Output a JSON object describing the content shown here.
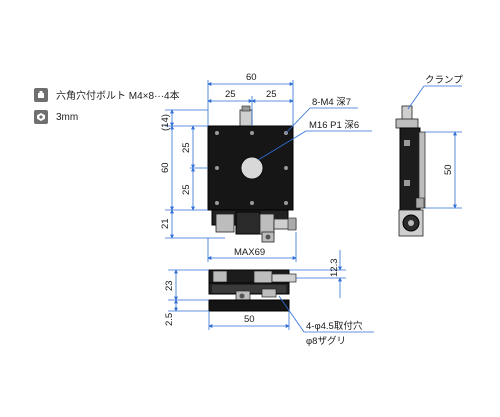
{
  "legend": {
    "hex_bolt_label": "六角穴付ボルト M4×8···4本",
    "hex_wrench_label": "3mm",
    "icon_color": "#6f6f6f"
  },
  "labels": {
    "clamp": "クランプ",
    "tap_holes": "8-M4 深7",
    "center_hole": "M16 P1 深6",
    "mount_holes_1": "4-φ4.5取付穴",
    "mount_holes_2": "φ8ザグリ"
  },
  "dimensions": {
    "top_width": "60",
    "top_half_left": "25",
    "top_half_right": "25",
    "left_offset": "(14)",
    "left_upper": "25",
    "left_height": "60",
    "left_lower": "25",
    "left_knob": "21",
    "side_height": "50",
    "max_width": "MAX69",
    "front_height": "23",
    "front_right": "12.3",
    "front_bottom_left": "2.5",
    "front_bottom_width": "50"
  },
  "colors": {
    "dimension_line": "#2f6fd6",
    "body": "#1e1e1e",
    "metal": "#bdbdbd"
  }
}
